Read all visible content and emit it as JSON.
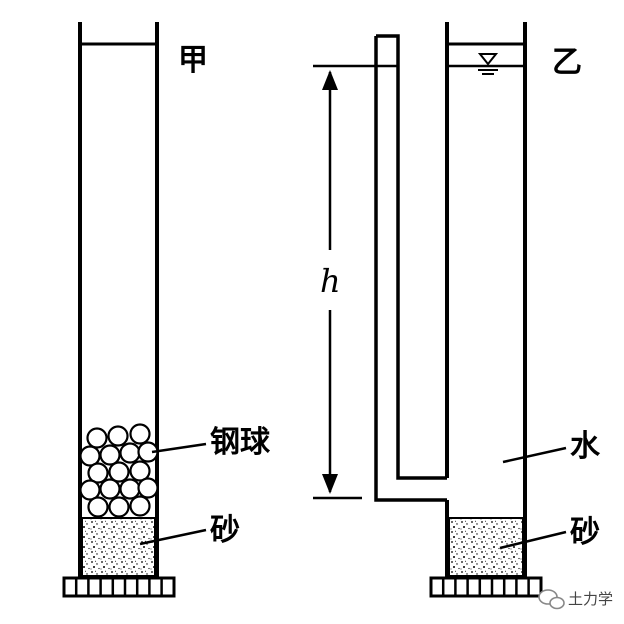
{
  "labels": {
    "jia": "甲",
    "yi": "乙",
    "steel_balls": "钢球",
    "sand_left": "砂",
    "water": "水",
    "sand_right": "砂",
    "head": "h"
  },
  "watermark": {
    "text": "土力学"
  },
  "colors": {
    "ink": "#000000",
    "background": "#ffffff"
  }
}
